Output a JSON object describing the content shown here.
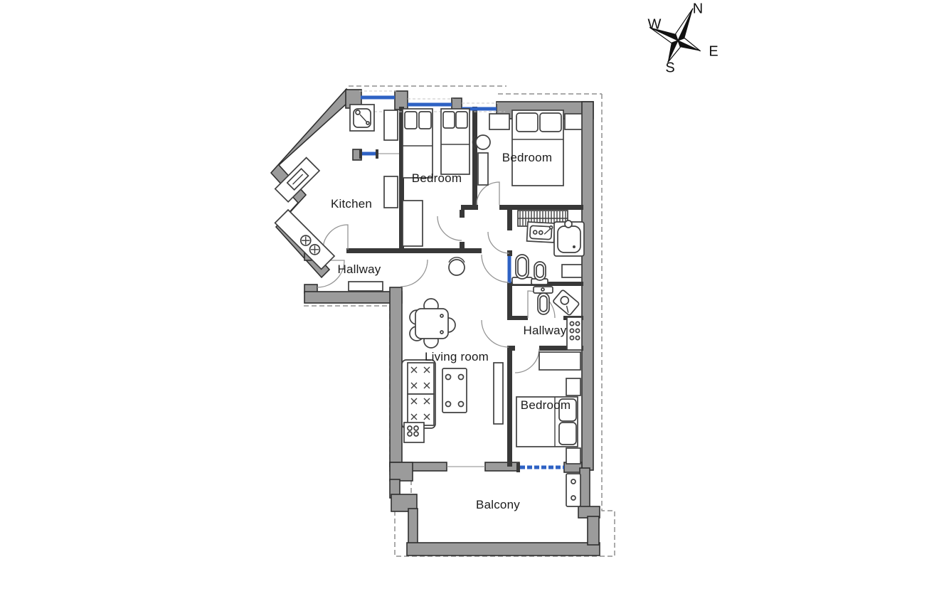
{
  "compass": {
    "n": "N",
    "e": "E",
    "s": "S",
    "w": "W"
  },
  "rooms": {
    "kitchen": {
      "label": "Kitchen"
    },
    "bedroom_top_left": {
      "label": "Bedroom"
    },
    "bedroom_top_right": {
      "label": "Bedroom"
    },
    "hallway_main": {
      "label": "Hallway"
    },
    "hallway_small": {
      "label": "Hallway"
    },
    "living_room": {
      "label": "Living room"
    },
    "bedroom_bottom": {
      "label": "Bedroom"
    },
    "balcony": {
      "label": "Balcony"
    }
  },
  "colors": {
    "background": "#ffffff",
    "wall_fill": "#9b9b9b",
    "wall_outline": "#2f2f2f",
    "interior_wall": "#383838",
    "window_blue": "#2e62c4",
    "boundary_dashed": "#8f8f8f",
    "label_text": "#1c1c1c"
  }
}
